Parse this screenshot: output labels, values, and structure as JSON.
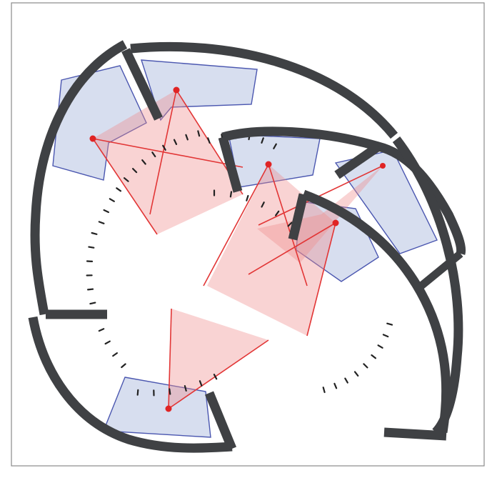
{
  "sketch": {
    "colors": {
      "paper": "#ffffff",
      "frame": "#8a8a8a",
      "walls": "#3f4144",
      "panels_fill": "#c9d3ea",
      "panels_outline": "#4b57b0",
      "rays": "#e23636",
      "ray_fill": "#ee8c8c"
    },
    "elements": [
      "hand-drawn-frame",
      "curved-wall-segments",
      "blue-shaded-panels",
      "red-ray-fans",
      "dotted-tick-arcs"
    ]
  }
}
